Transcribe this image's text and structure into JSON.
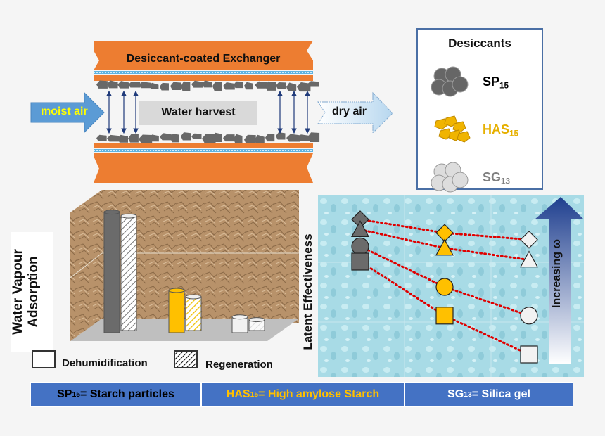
{
  "exchanger": {
    "title": "Desiccant-coated Exchanger",
    "inlet_label": "moist air",
    "center_label": "Water harvest",
    "outlet_label": "dry air",
    "colors": {
      "plate": "#ed7d31",
      "inlet_arrow": "#5b9bd5",
      "inlet_text": "#ffff00",
      "particles": "#666666",
      "arrows": "#1f3a7a"
    }
  },
  "desiccants_legend": {
    "title": "Desiccants",
    "items": [
      {
        "name": "SP",
        "sub": "15",
        "color": "#000000",
        "icon": "grey-spheres-icon"
      },
      {
        "name": "HAS",
        "sub": "15",
        "color": "#e6b000",
        "icon": "yellow-flakes-icon"
      },
      {
        "name": "SG",
        "sub": "13",
        "color": "#808080",
        "icon": "white-spheres-icon"
      }
    ]
  },
  "chart_data": [
    {
      "type": "bar",
      "title": "",
      "ylabel": "Water Vapour Adsorption",
      "xlabel": "",
      "categories": [
        "SP15",
        "HAS15",
        "SG13"
      ],
      "series": [
        {
          "name": "Dehumidification",
          "values": [
            1.0,
            0.35,
            0.13
          ]
        },
        {
          "name": "Regeneration",
          "values": [
            0.95,
            0.28,
            0.09
          ]
        }
      ],
      "ylim": [
        0,
        1.05
      ],
      "legend": [
        "Dehumidification",
        "Regeneration"
      ],
      "legend_position": "bottom",
      "note": "qualitative, unlabeled axis"
    },
    {
      "type": "scatter",
      "title": "",
      "ylabel": "Latent Effectiveness",
      "xlabel": "",
      "categories": [
        "SP15",
        "HAS15",
        "SG13"
      ],
      "annotation": "Increasing ω",
      "series": [
        {
          "marker": "diamond",
          "values": [
            0.9,
            0.82,
            0.78
          ]
        },
        {
          "marker": "triangle",
          "values": [
            0.84,
            0.73,
            0.66
          ]
        },
        {
          "marker": "circle",
          "values": [
            0.74,
            0.5,
            0.33
          ]
        },
        {
          "marker": "square",
          "values": [
            0.65,
            0.33,
            0.1
          ]
        }
      ],
      "ylim": [
        0,
        1
      ],
      "note": "qualitative, unlabeled axis"
    }
  ],
  "footer": {
    "cells": [
      {
        "abbr": "SP",
        "sub": "15",
        "text": " = Starch particles",
        "color": "#000000"
      },
      {
        "abbr": "HAS",
        "sub": "15",
        "text": " = High amylose Starch",
        "color": "#ffc000"
      },
      {
        "abbr": "SG",
        "sub": "13",
        "text": " = Silica gel",
        "color": "#ffffff"
      }
    ]
  }
}
